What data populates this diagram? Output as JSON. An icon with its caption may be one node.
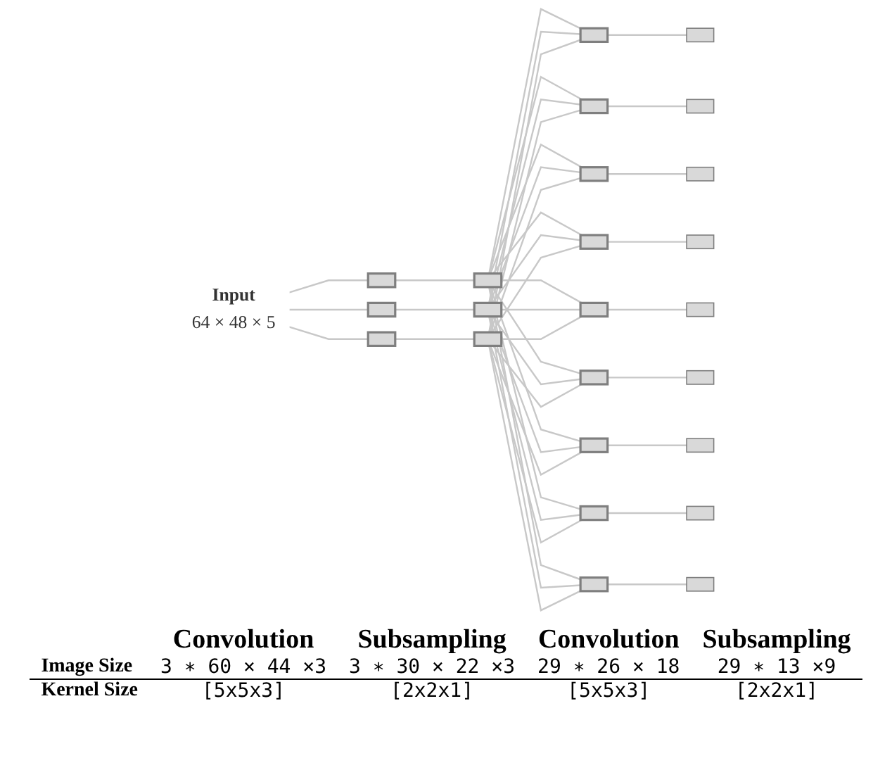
{
  "diagram": {
    "nodes": [
      {
        "text": [
          "Input",
          "64 × 48 × 5"
        ]
      },
      {
        "text": [],
        "shape": "box"
      },
      {
        "text": [],
        "shape": "box"
      },
      {
        "text": [],
        "shape": "box"
      },
      {
        "text": [],
        "shape": "box"
      },
      {
        "text": [],
        "shape": "box"
      },
      {
        "text": [],
        "shape": "box"
      },
      {
        "text": [],
        "shape": "box"
      },
      {
        "text": [],
        "shape": "box"
      },
      {
        "text": [],
        "shape": "box"
      },
      {
        "text": [],
        "shape": "box"
      },
      {
        "text": [],
        "shape": "box"
      },
      {
        "text": [],
        "shape": "box"
      },
      {
        "text": [],
        "shape": "box"
      },
      {
        "text": [],
        "shape": "box"
      },
      {
        "text": [],
        "shape": "box"
      },
      {
        "text": [],
        "shape": "box"
      },
      {
        "text": [],
        "shape": "box"
      },
      {
        "text": [],
        "shape": "box"
      },
      {
        "text": [],
        "shape": "box"
      },
      {
        "text": [],
        "shape": "box"
      },
      {
        "text": [],
        "shape": "box"
      },
      {
        "text": [],
        "shape": "box"
      },
      {
        "text": [],
        "shape": "box"
      },
      {
        "text": [],
        "shape": "box"
      }
    ],
    "edges": [
      {
        "from": 0,
        "to": 1,
        "arrow": "none"
      },
      {
        "from": 0,
        "to": 2,
        "arrow": "none"
      },
      {
        "from": 0,
        "to": 3,
        "arrow": "none"
      },
      {
        "from": 1,
        "to": 4,
        "arrow": "none"
      },
      {
        "from": 2,
        "to": 5,
        "arrow": "none"
      },
      {
        "from": 3,
        "to": 6,
        "arrow": "none"
      },
      {
        "from": 4,
        "to": 7,
        "arrow": "none"
      },
      {
        "from": 4,
        "to": 8,
        "arrow": "none"
      },
      {
        "from": 4,
        "to": 9,
        "arrow": "none"
      },
      {
        "from": 4,
        "to": 10,
        "arrow": "none"
      },
      {
        "from": 4,
        "to": 11,
        "arrow": "none"
      },
      {
        "from": 4,
        "to": 12,
        "arrow": "none"
      },
      {
        "from": 4,
        "to": 13,
        "arrow": "none"
      },
      {
        "from": 4,
        "to": 14,
        "arrow": "none"
      },
      {
        "from": 4,
        "to": 15,
        "arrow": "none"
      },
      {
        "from": 5,
        "to": 7,
        "arrow": "none"
      },
      {
        "from": 5,
        "to": 8,
        "arrow": "none"
      },
      {
        "from": 5,
        "to": 9,
        "arrow": "none"
      },
      {
        "from": 5,
        "to": 10,
        "arrow": "none"
      },
      {
        "from": 5,
        "to": 11,
        "arrow": "none"
      },
      {
        "from": 5,
        "to": 12,
        "arrow": "none"
      },
      {
        "from": 5,
        "to": 13,
        "arrow": "none"
      },
      {
        "from": 5,
        "to": 14,
        "arrow": "none"
      },
      {
        "from": 5,
        "to": 15,
        "arrow": "none"
      },
      {
        "from": 6,
        "to": 7,
        "arrow": "none"
      },
      {
        "from": 6,
        "to": 8,
        "arrow": "none"
      },
      {
        "from": 6,
        "to": 9,
        "arrow": "none"
      },
      {
        "from": 6,
        "to": 10,
        "arrow": "none"
      },
      {
        "from": 6,
        "to": 11,
        "arrow": "none"
      },
      {
        "from": 6,
        "to": 12,
        "arrow": "none"
      },
      {
        "from": 6,
        "to": 13,
        "arrow": "none"
      },
      {
        "from": 6,
        "to": 14,
        "arrow": "none"
      },
      {
        "from": 6,
        "to": 15,
        "arrow": "none"
      },
      {
        "from": 7,
        "to": 16,
        "arrow": "none"
      },
      {
        "from": 8,
        "to": 17,
        "arrow": "none"
      },
      {
        "from": 9,
        "to": 18,
        "arrow": "none"
      },
      {
        "from": 10,
        "to": 19,
        "arrow": "none"
      },
      {
        "from": 11,
        "to": 20,
        "arrow": "none"
      },
      {
        "from": 12,
        "to": 21,
        "arrow": "none"
      },
      {
        "from": 13,
        "to": 22,
        "arrow": "none"
      },
      {
        "from": 14,
        "to": 23,
        "arrow": "none"
      },
      {
        "from": 15,
        "to": 24,
        "arrow": "none"
      }
    ],
    "labels": [
      "Convolution",
      "Subsampling",
      "Convolution",
      "Subsampling",
      "Image Size",
      "3 ∗ 60 × 44 ×3",
      "3 ∗ 30 × 22 ×3",
      "29 ∗ 26 × 18",
      "29 ∗ 13 ×9",
      "Kernel Size",
      "[5x5x3]",
      "[2x2x1]",
      "[5x5x3]",
      "[2x2x1]"
    ]
  }
}
